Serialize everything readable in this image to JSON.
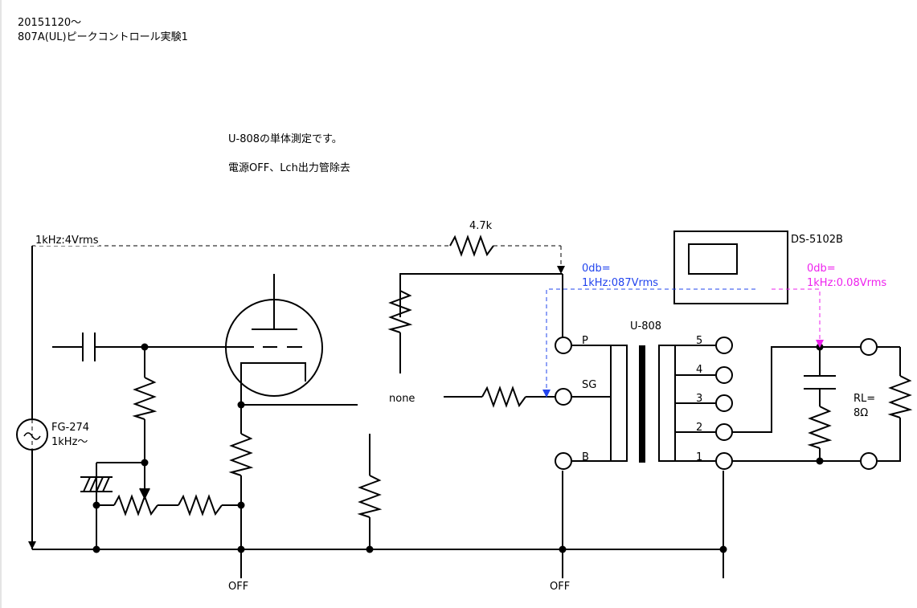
{
  "header": {
    "date": "20151120～",
    "title": "807A(UL)ピークコントロール実験1"
  },
  "notes": {
    "line1": "U-808の単体測定です。",
    "line2": "電源OFF、Lch出力管除去"
  },
  "labels": {
    "input_level": "1kHz:4Vrms",
    "feedback_resistor": "4.7k",
    "scope": "DS-5102B",
    "blue_db": "0db=",
    "blue_level": "1kHz:087Vrms",
    "magenta_db": "0db=",
    "magenta_level": "1kHz:0.08Vrms",
    "transformer": "U-808",
    "term_p": "P",
    "term_sg": "SG",
    "term_b": "B",
    "tap5": "5",
    "tap4": "4",
    "tap3": "3",
    "tap2": "2",
    "tap1": "1",
    "none": "none",
    "generator": "FG-274",
    "generator_freq": "1kHz～",
    "load_name": "RL=",
    "load_value": "8Ω",
    "off_left": "OFF",
    "off_right": "OFF"
  },
  "colors": {
    "line": "#000000",
    "blue_probe": "#2244ee",
    "magenta_probe": "#ee22ee"
  }
}
